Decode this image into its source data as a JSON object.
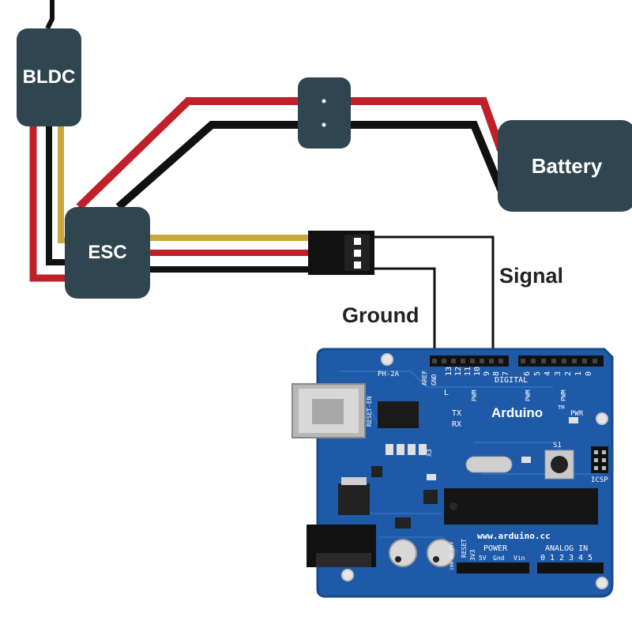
{
  "diagram": {
    "nodes": {
      "motor": "BLDC",
      "esc": "ESC",
      "battery": "Battery"
    },
    "labels": {
      "signal": "Signal",
      "ground": "Ground"
    },
    "wire_colors": {
      "red": "#c0202a",
      "black": "#111111",
      "yellow": "#c8a83a",
      "white": "#ffffff"
    },
    "board": {
      "brand": "Arduino",
      "tm": "TM",
      "website": "www.arduino.cc",
      "digital": "DIGITAL",
      "power": "POWER",
      "analog_in": "ANALOG IN",
      "icsp": "ICSP",
      "reset": "RESET",
      "reset_en": "RESET-EN",
      "aref": "AREF",
      "gnd": "GND",
      "tx": "TX",
      "rx": "RX",
      "pwr": "PWR",
      "pwm": "PWM",
      "l": "L",
      "model": "PH-2A",
      "x3": "X3",
      "s1": "S1",
      "v33": "3V3",
      "v5": "5V",
      "gnd_power": "Gnd",
      "vin": "Vin",
      "cap_label": "100 47 25V",
      "digital_pins": [
        "13",
        "12",
        "11",
        "10",
        "9",
        "8",
        "7",
        "6",
        "5",
        "4",
        "3",
        "2",
        "1",
        "0"
      ],
      "analog_pins": [
        "0",
        "1",
        "2",
        "3",
        "4",
        "5"
      ],
      "colors": {
        "pcb": "#1f5aa8",
        "pcb_edge": "#164a8c",
        "silk": "#ffffff"
      }
    }
  }
}
